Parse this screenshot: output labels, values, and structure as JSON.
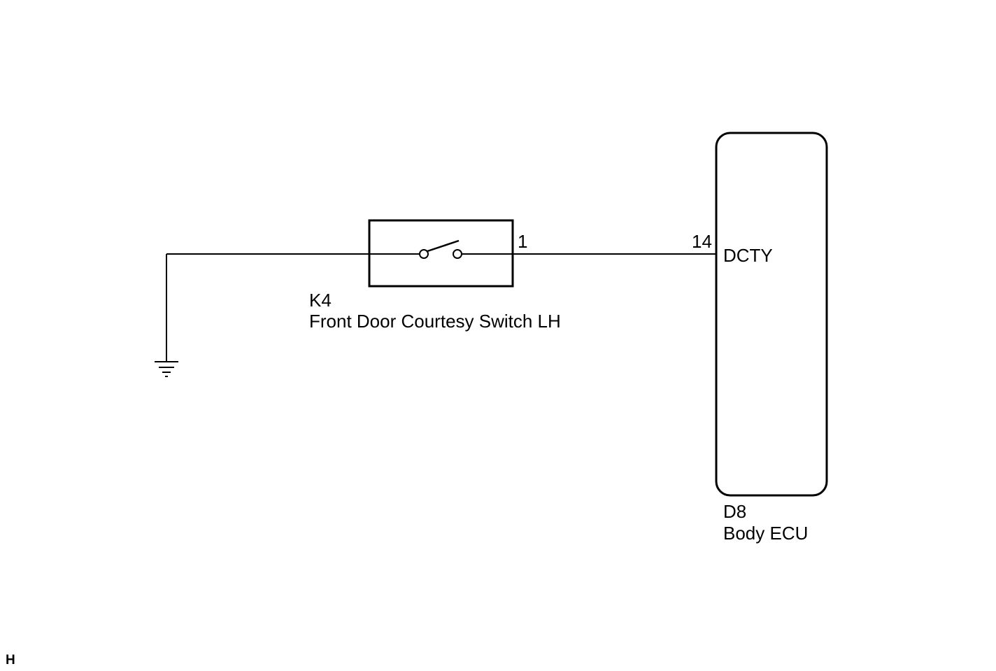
{
  "switch": {
    "code": "K4",
    "name": "Front Door Courtesy Switch LH",
    "pin": "1"
  },
  "ecu": {
    "code": "D8",
    "name": "Body ECU",
    "pin": "14",
    "terminal": "DCTY"
  },
  "ground": {
    "icon": "ground-icon"
  },
  "footer": {
    "mark": "H"
  },
  "colors": {
    "line": "#000000",
    "background": "#ffffff"
  }
}
